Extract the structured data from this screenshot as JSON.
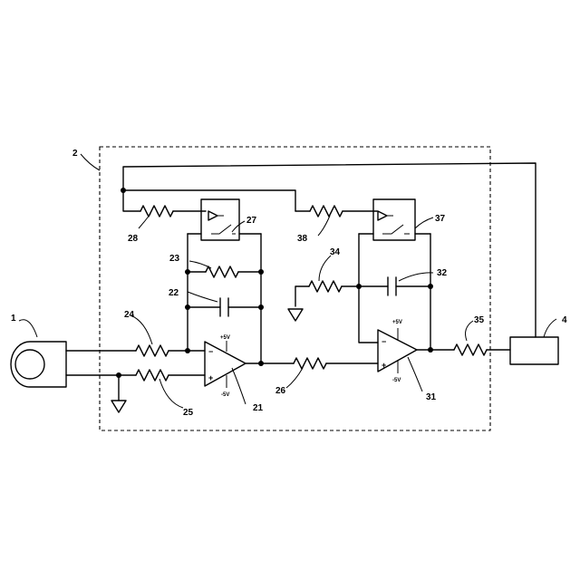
{
  "refs": {
    "sensor": "1",
    "enclosure": "2",
    "output_device": "4",
    "opamp1": "21",
    "cap1": "22",
    "res_fb1": "23",
    "res_in1": "24",
    "res_in2": "25",
    "res_mid": "26",
    "switch1": "27",
    "res_sw1": "28",
    "opamp2": "31",
    "cap2": "32",
    "res_34": "34",
    "res_out": "35",
    "switch2": "37",
    "res_sw2": "38"
  },
  "supplies": {
    "pos": "+5V",
    "neg": "-5V"
  },
  "signs": {
    "minus": "−",
    "plus": "+"
  }
}
